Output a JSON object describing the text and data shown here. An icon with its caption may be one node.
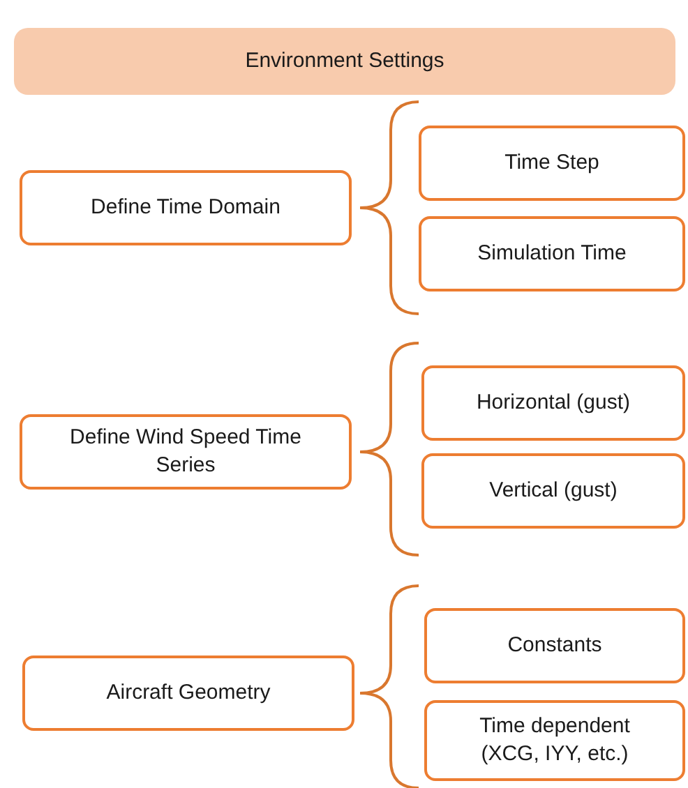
{
  "diagram": {
    "nodes": [
      {
        "text": [
          "Environment Settings"
        ]
      },
      {
        "text": [
          "Define Time Domain"
        ]
      },
      {
        "text": [
          "Time Step"
        ]
      },
      {
        "text": [
          "Simulation Time"
        ]
      },
      {
        "text": [
          "Define Wind Speed Time Series"
        ]
      },
      {
        "text": [
          "Horizontal (gust)"
        ]
      },
      {
        "text": [
          "Vertical (gust)"
        ]
      },
      {
        "text": [
          "Aircraft Geometry"
        ]
      },
      {
        "text": [
          "Constants"
        ]
      },
      {
        "text": [
          "Time dependent (XCG, IYY, etc.)"
        ]
      }
    ]
  }
}
